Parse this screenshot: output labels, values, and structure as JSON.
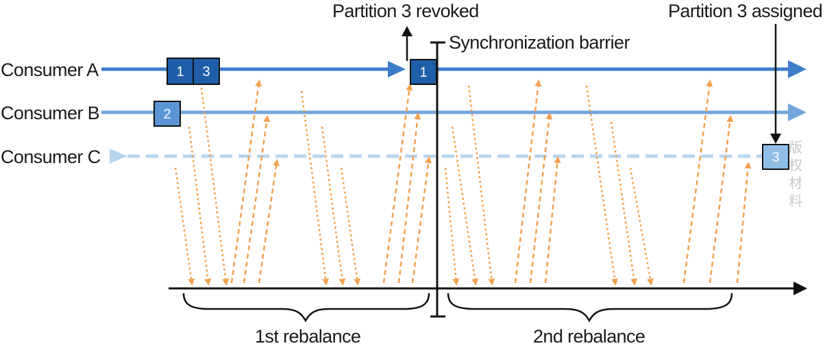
{
  "consumers": {
    "a": {
      "label": "Consumer A",
      "color": "#3d7cc9"
    },
    "b": {
      "label": "Consumer B",
      "color": "#73a6dc"
    },
    "c": {
      "label": "Consumer C",
      "color": "#b9d5ee"
    }
  },
  "partitions": {
    "a_initial": [
      "1",
      "3"
    ],
    "a_after": "1",
    "b": "2",
    "c": "3"
  },
  "annotations": {
    "revoked": "Partition 3 revoked",
    "assigned": "Partition 3 assigned",
    "barrier": "Synchronization barrier",
    "rebalance_1": "1st rebalance",
    "rebalance_2": "2nd rebalance"
  },
  "watermark": [
    "版",
    "权",
    "材",
    "料"
  ],
  "colors": {
    "arrow_orange": "#f2a04e",
    "dark_box": "#1f5ea8",
    "light_box": "#5a95d6",
    "c_box": "#8fbde6",
    "axis": "#111111"
  }
}
